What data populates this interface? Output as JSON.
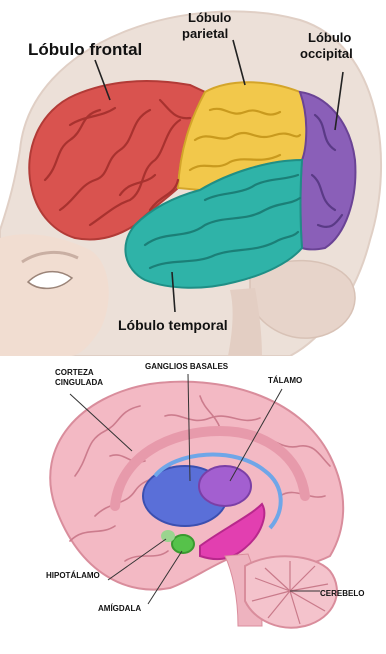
{
  "top": {
    "labels": {
      "frontal": "Lóbulo frontal",
      "parietal_1": "Lóbulo",
      "parietal_2": "parietal",
      "occipital_1": "Lóbulo",
      "occipital_2": "occipital",
      "temporal": "Lóbulo temporal"
    },
    "colors": {
      "frontal": "#d9534f",
      "parietal": "#f2c84b",
      "occipital": "#8a5fb8",
      "temporal": "#2fb3a8",
      "skin": "#f1ddd1",
      "skull": "#e9d8cf"
    }
  },
  "bottom": {
    "labels": {
      "corteza_1": "CORTEZA",
      "corteza_2": "CINGULADA",
      "ganglios": "GANGLIOS BASALES",
      "talamo": "TÁLAMO",
      "hipotalamo": "HIPOTÁLAMO",
      "amigdala": "AMÍGDALA",
      "cerebelo": "CEREBELO"
    },
    "colors": {
      "brain": "#f3b9c4",
      "brain_stroke": "#d98d9c",
      "ganglios": "#5a6fd8",
      "talamo": "#a35fd0",
      "hipocampo": "#e23fb0",
      "amigdala": "#56c24a",
      "cerebelo": "#f4c3cc"
    }
  }
}
